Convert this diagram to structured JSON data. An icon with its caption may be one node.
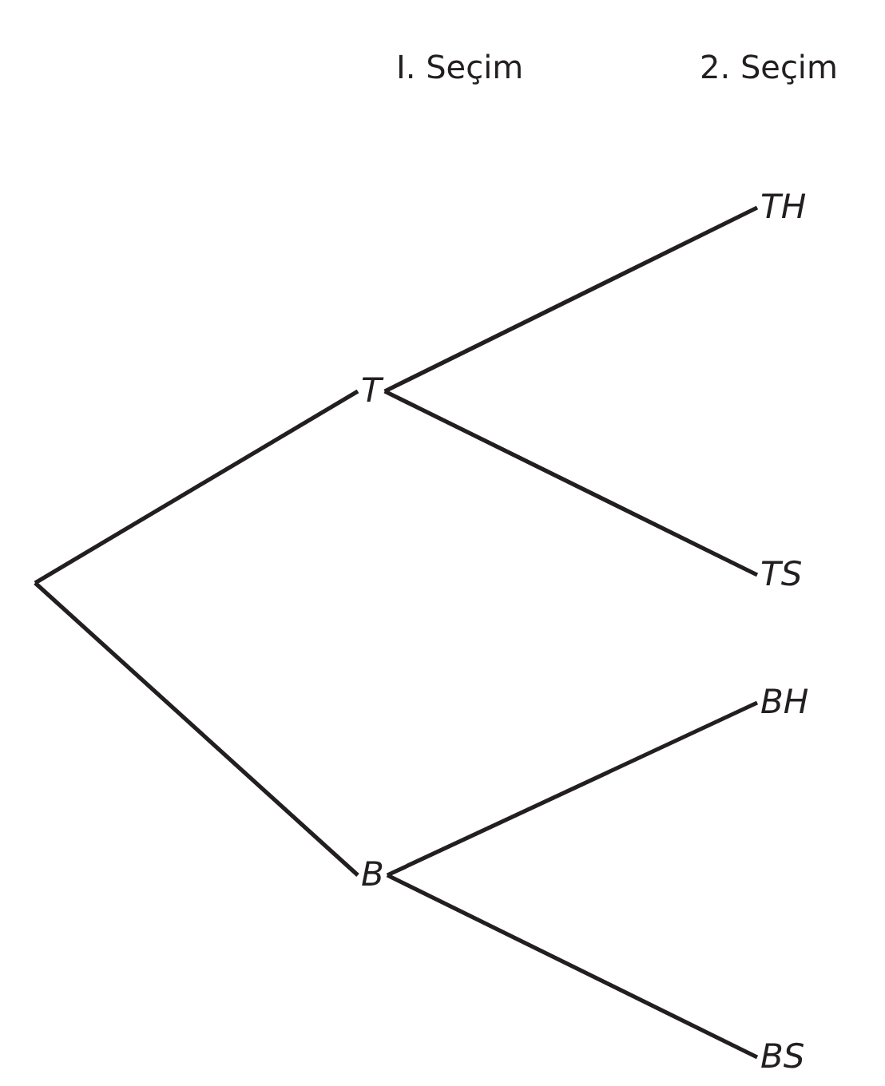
{
  "diagram": {
    "nodes": [
      {
        "text": [
          "T"
        ]
      },
      {
        "text": [
          "B"
        ]
      },
      {
        "text": [
          "TH"
        ]
      },
      {
        "text": [
          "TS"
        ]
      },
      {
        "text": [
          "BH"
        ]
      },
      {
        "text": [
          "BS"
        ]
      }
    ],
    "edges": [
      {
        "from": null,
        "to": 0,
        "arrow": "none"
      },
      {
        "from": null,
        "to": 1,
        "arrow": "none"
      },
      {
        "from": 0,
        "to": 2,
        "arrow": "none"
      },
      {
        "from": 0,
        "to": 3,
        "arrow": "none"
      },
      {
        "from": 1,
        "to": 4,
        "arrow": "none"
      },
      {
        "from": 1,
        "to": 5,
        "arrow": "none"
      }
    ],
    "labels": [
      "I. Seçim",
      "2. Seçim"
    ]
  }
}
